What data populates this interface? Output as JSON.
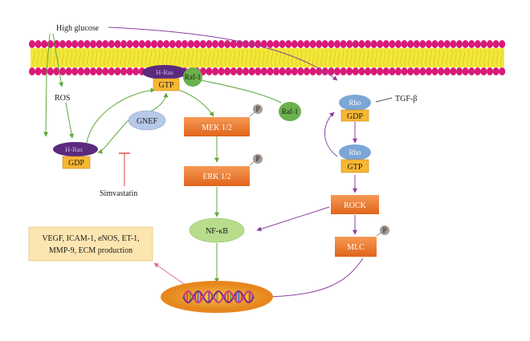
{
  "diagram": {
    "labels": {
      "high_glucose": "High glucose",
      "ros": "ROS",
      "simvastatin": "Simvastatin",
      "tgf_beta": "TGF-β",
      "gnef": "GNEF",
      "mek": "MEK 1/2",
      "erk": "ERK 1/2",
      "nfkb": "NF-κB",
      "rock": "ROCK",
      "mlc": "MLC",
      "rho_top": "Rho",
      "gdp_rho": "GDP",
      "rho_bottom": "Rho",
      "gtp_rho": "GTP",
      "hras_membrane": "H-Ras",
      "gtp_ras": "GTP",
      "raf1_membrane": "Raf-1",
      "raf1_free": "Raf-1",
      "hras_lower": "H-Ras",
      "gdp_ras": "GDP",
      "phospho_mek": "P",
      "phospho_erk": "P",
      "phospho_mlc": "P",
      "outcome_line1": "VEGF, ICAM-1, eNOS, ET-1,",
      "outcome_line2": "MMP-9, ECM production"
    },
    "colors": {
      "membrane_head": "#d81a78",
      "membrane_tail": "#f3e83a",
      "orange_box": "#f07a2c",
      "purple_ras": "#5b2a7e",
      "yellow_box": "#f7b733",
      "blue_rho": "#7ba6d6",
      "green_raf": "#6ab04c",
      "green_nfkb": "#b8dc8c",
      "gnef_fill": "#b7c9e8",
      "outcome_fill": "#fbe5b0",
      "nucleus_outer": "#e8861e",
      "nucleus_inner": "#f6a623",
      "green_arrow": "#5da83a",
      "purple_arrow": "#8a3f9e",
      "red_inhibit": "#e0413a",
      "pink_arrow": "#e06c8a"
    }
  }
}
